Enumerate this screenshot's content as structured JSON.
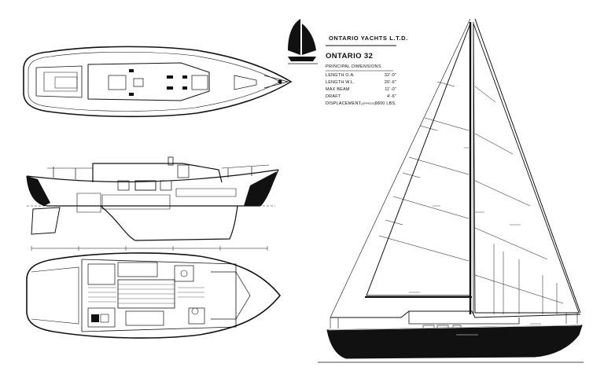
{
  "title_block": {
    "company": "ONTARIO YACHTS L.T.D.",
    "model": "ONTARIO 32",
    "principal_heading": "PRINCIPAL DIMENSIONS",
    "dimensions": [
      {
        "name": "LENGTH O.A.",
        "value": "32'-0\""
      },
      {
        "name": "LENGTH W.L.",
        "value": "26'-6\""
      },
      {
        "name": "MAX BEAM",
        "value": "11'-0\""
      },
      {
        "name": "DRAFT",
        "value": "4'-6\""
      },
      {
        "name": "DISPLACEMENT",
        "note": "(APPROX)",
        "value": "9800 LBS."
      }
    ]
  },
  "colors": {
    "ink": "#111111",
    "paper": "#ffffff",
    "hull_dark": "#111111"
  }
}
